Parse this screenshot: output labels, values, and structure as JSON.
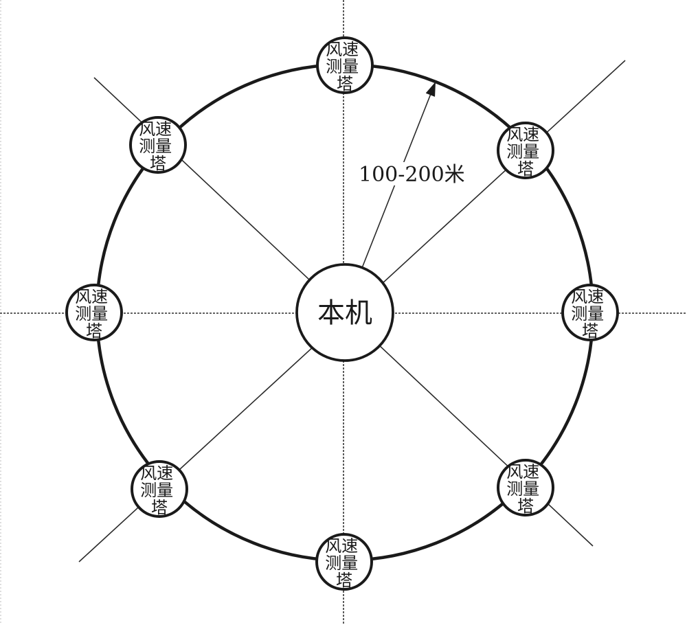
{
  "diagram": {
    "center_node": {
      "label": "本机"
    },
    "tower_nodes": {
      "label": "风速测量塔",
      "label_lines": [
        "风速",
        "测量",
        "塔"
      ],
      "count": 8,
      "positions": [
        "top",
        "top-right",
        "right",
        "bottom-right",
        "bottom",
        "bottom-left",
        "left",
        "top-left"
      ]
    },
    "annotation": {
      "radius_label": "100-200米"
    },
    "colors": {
      "ink": "#1a1a1a",
      "background": "#ffffff"
    }
  }
}
